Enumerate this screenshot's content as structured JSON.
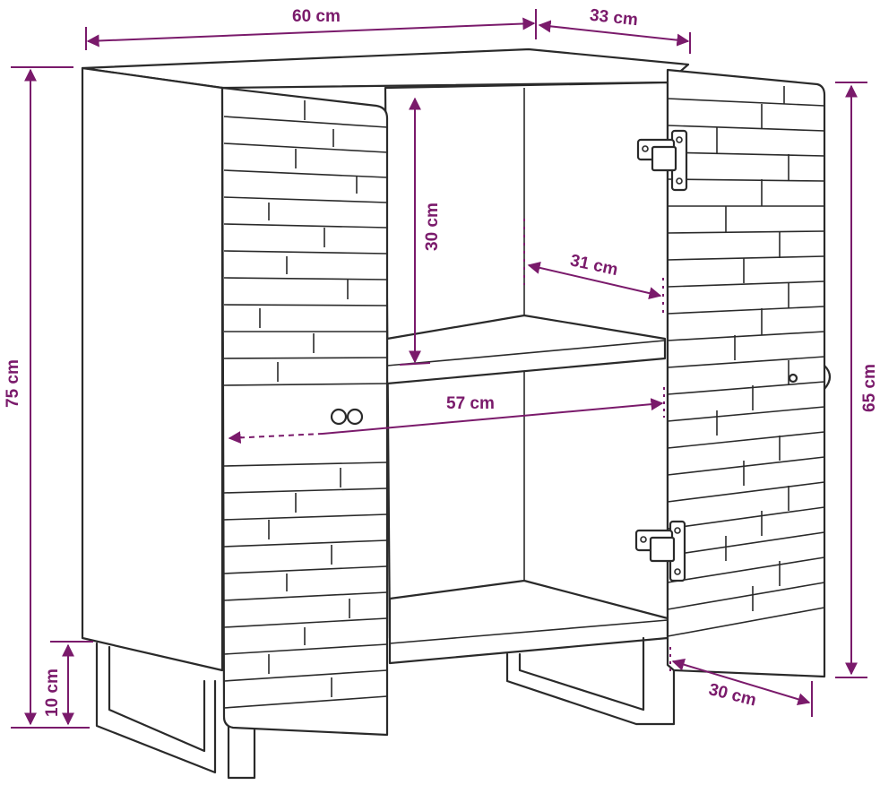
{
  "colors": {
    "dimension": "#7a1a6b",
    "outline": "#2a2a2a",
    "background": "#ffffff"
  },
  "dimensions": {
    "width": "60 cm",
    "depth": "33 cm",
    "height": "75 cm",
    "leg_height": "10 cm",
    "door_height": "65 cm",
    "compartment_height": "30 cm",
    "shelf_depth": "31 cm",
    "inner_width": "57 cm",
    "door_width": "30 cm"
  }
}
